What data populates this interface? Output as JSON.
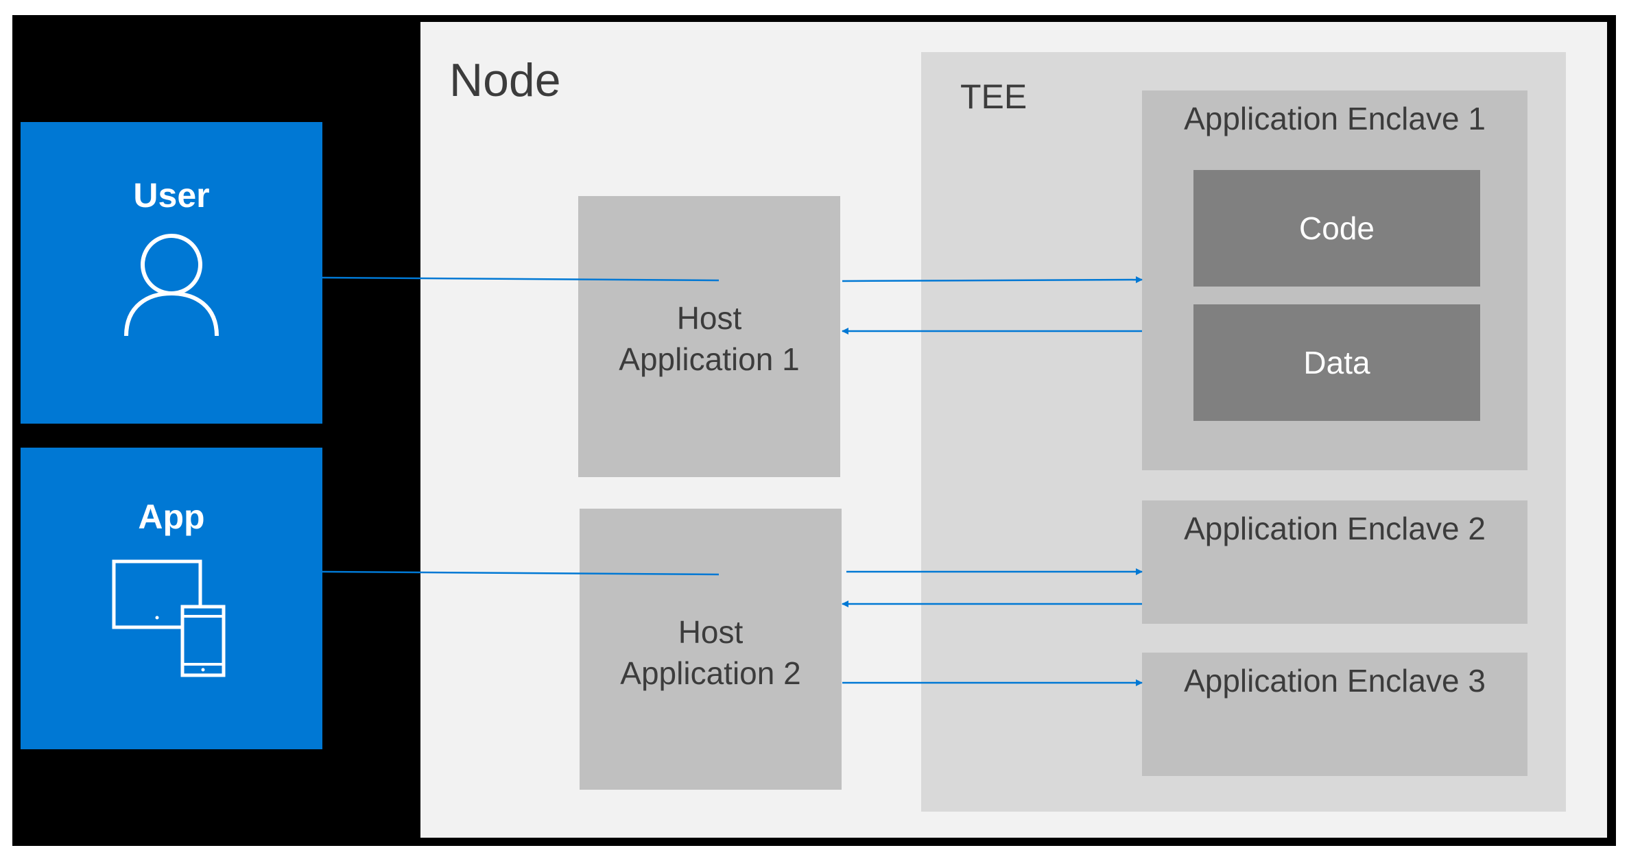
{
  "node": {
    "label": "Node"
  },
  "tee": {
    "label": "TEE"
  },
  "actors": {
    "user": {
      "label": "User",
      "icon": "person-icon"
    },
    "app": {
      "label": "App",
      "icon": "devices-icon"
    }
  },
  "hosts": [
    {
      "line1": "Host",
      "line2": "Application 1"
    },
    {
      "line1": "Host",
      "line2": "Application 2"
    }
  ],
  "enclaves": [
    {
      "label": "Application Enclave 1"
    },
    {
      "label": "Application Enclave 2"
    },
    {
      "label": "Application Enclave 3"
    }
  ],
  "enclave_contents": {
    "code": "Code",
    "data": "Data"
  },
  "colors": {
    "actor_blue": "#0078d4",
    "connector_blue": "#0078d4",
    "host_gray": "#c0c0c0",
    "tee_gray": "#d9d9d9",
    "inner_gray": "#808080",
    "node_bg": "#f2f2f2",
    "frame": "#000000"
  }
}
